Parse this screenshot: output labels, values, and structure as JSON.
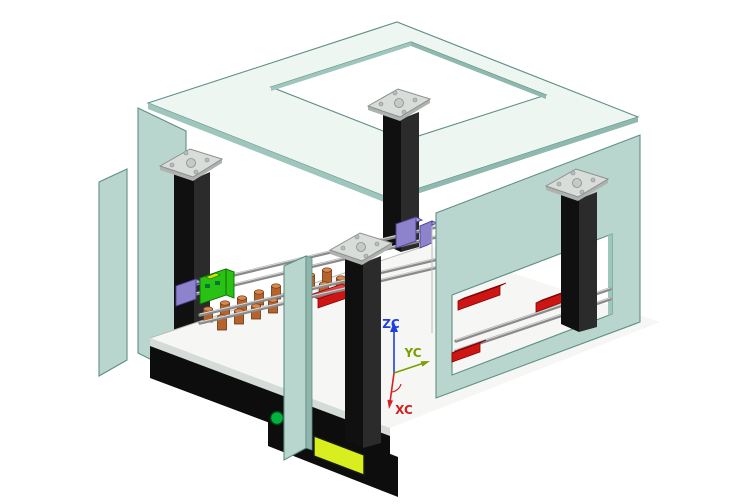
{
  "axis_triad": {
    "z": {
      "label": "ZC",
      "color": "#2040dd"
    },
    "y": {
      "label": "YC",
      "color": "#7aa000"
    },
    "x": {
      "label": "XC",
      "color": "#d42020"
    }
  },
  "components": [
    "top-cover-panel",
    "left-side-panels",
    "right-side-panel-with-window",
    "support-columns",
    "work-table",
    "base-platform",
    "linear-rails",
    "rail-carriages",
    "fixture-pins",
    "red-clamp-parts",
    "status-button",
    "warning-label-plate",
    "wcs-triad"
  ],
  "colors": {
    "background": "#ffffff",
    "panel": "#b9d6ce",
    "panel_edge": "#5f8f85",
    "panel_top": "#eef6f2",
    "panel_thickness": "#9fc6bc",
    "panel_thickness_dark": "#8fb8ae",
    "panel_side": "#8fb5ac",
    "column": "#101010",
    "column_light": "#2b2b2b",
    "cap": "#d9ddd9",
    "cap_edge": "#8a8f8b",
    "cap_side": "#aeb3af",
    "table": "#f6f7f4",
    "table_side": "#d5dbd6",
    "base": "#0d0d0d",
    "rail": "#8a8a8a",
    "rail_highlight": "#d8d8d8",
    "pin": "#b5622c",
    "pin_top": "#d68a4e",
    "pin_edge": "#6e3410",
    "red_part": "#cf1414",
    "red_part_top": "#e23e3e",
    "red_edge": "#7d0808",
    "slider": "#8d83cc",
    "slider_top": "#aaa1e0",
    "slider_edge": "#4a3f93",
    "carriage": "#29c214",
    "carriage_top": "#55dd3c",
    "carriage_edge": "#0c6e00",
    "button_green": "#00b33c",
    "label_plate": "#d9ee1e",
    "hole": "#ecefe9",
    "hole_edge": "#a0a49f",
    "axis_x": "#d42020",
    "axis_y": "#7aa000",
    "axis_z": "#2040dd"
  }
}
